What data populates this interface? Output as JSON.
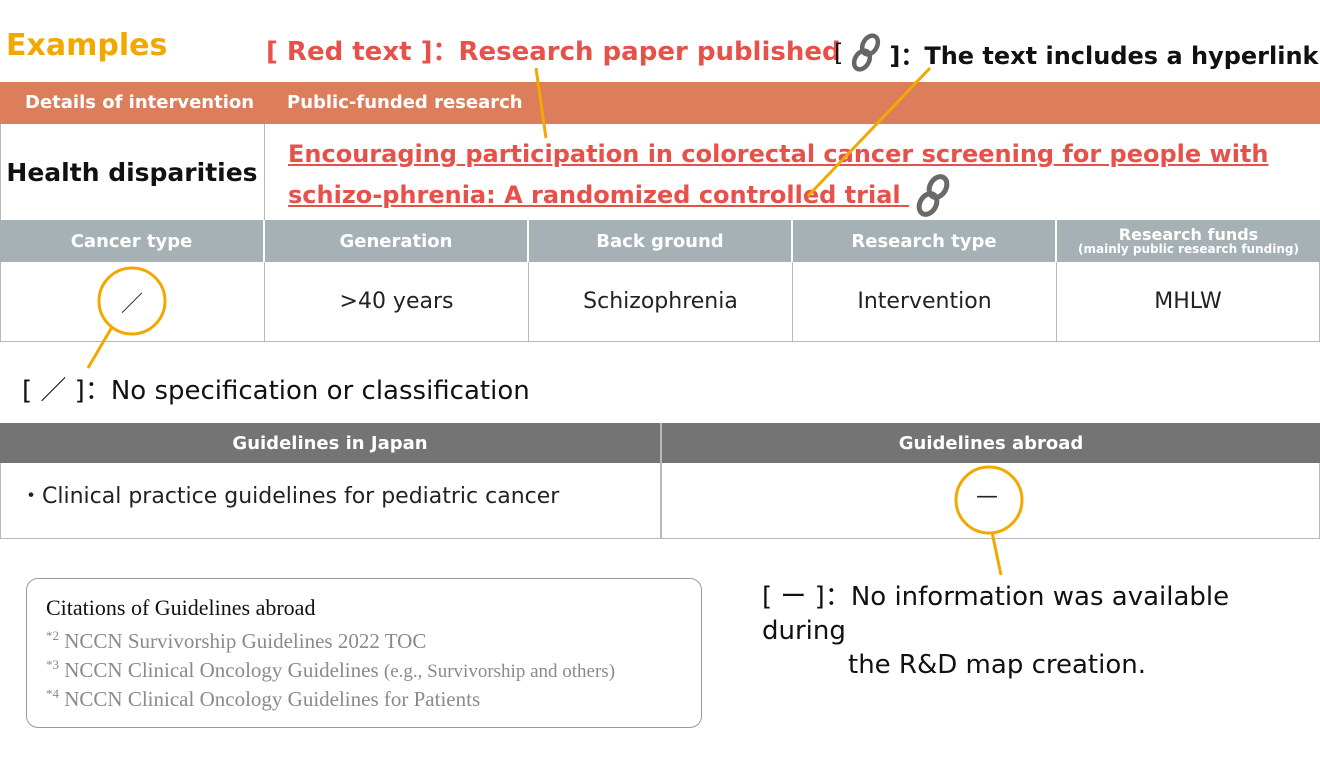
{
  "legend": {
    "examples": "Examples",
    "red_text": "[ Red text ]：Research paper published",
    "link_open": "[",
    "link_close": "]：The text includes a hyperlink.",
    "slash": "[ ／ ]：No specification or classification",
    "dash_line1": "[ ー ]：No information was available during",
    "dash_line2": "the R&D map creation."
  },
  "table": {
    "header": [
      "Details of intervention",
      "Public-funded research"
    ],
    "topic": "Health disparities",
    "paper_title": "Encouraging participation in colorectal cancer screening for people with schizo-phrenia: A randomized controlled trial",
    "columns": {
      "cancer_type": "Cancer type",
      "generation": "Generation",
      "background": "Back ground",
      "research_type": "Research type",
      "funds_main": "Research funds",
      "funds_sub": "(mainly public research funding)"
    },
    "values": {
      "cancer_type": "／",
      "generation": ">40 years",
      "background": "Schizophrenia",
      "research_type": "Intervention",
      "funds": "MHLW"
    }
  },
  "guidelines": {
    "japan_header": "Guidelines in Japan",
    "abroad_header": "Guidelines abroad",
    "japan_item": "・Clinical practice guidelines for pediatric cancer",
    "abroad_item": "—"
  },
  "citations": {
    "title": "Citations of Guidelines abroad",
    "items": [
      {
        "mark": "*2",
        "text": "NCCN Survivorship Guidelines 2022 TOC",
        "note": ""
      },
      {
        "mark": "*3",
        "text": "NCCN Clinical Oncology Guidelines",
        "note": "(e.g., Survivorship and others)"
      },
      {
        "mark": "*4",
        "text": "NCCN Clinical Oncology Guidelines for Patients",
        "note": ""
      }
    ]
  },
  "colors": {
    "accent_orange": "#f2a800",
    "red_text": "#e8504a",
    "header_salmon": "#dc7e5c",
    "header_gray_blue": "#a5b1b4",
    "header_dark_gray": "#747474"
  }
}
